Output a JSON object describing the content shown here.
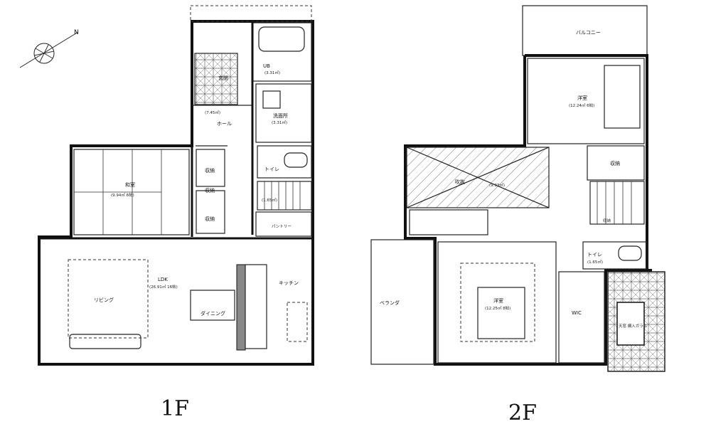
{
  "floors": [
    {
      "id": "1f",
      "label": "1F"
    },
    {
      "id": "2f",
      "label": "2F"
    }
  ],
  "rooms_1f": {
    "ub": "UB",
    "ub_area": "(3.31㎡)",
    "genkan": "玄関",
    "hall_area": "(7.45㎡)",
    "hall": "ホール",
    "senmenjo": "洗面所",
    "senmenjo_area": "(3.31㎡)",
    "washitsu": "和室",
    "washitsu_area": "(9.94㎡ 6帖)",
    "toilet": "トイレ",
    "toilet_area": "(1.65㎡)",
    "shuno1": "収納",
    "shuno2": "収納",
    "shuno3": "収納",
    "pantry": "パントリー",
    "ldk": "LDK",
    "ldk_area": "(26.91㎡ 16帖)",
    "living": "リビング",
    "dining": "ダイニング",
    "kitchen": "キッチン"
  },
  "rooms_2f": {
    "balcony": "バルコニー",
    "yoshitsu1": "洋室",
    "yoshitsu1_area": "(12.24㎡ 6帖)",
    "fukinuke": "吹抜",
    "fukinuke_area": "(9.93㎡)",
    "shuno1": "収納",
    "shuno2": "収納",
    "toilet": "トイレ",
    "toilet_area": "(1.65㎡)",
    "veranda": "ベランダ",
    "yoshitsu2": "洋室",
    "yoshitsu2_area": "(12.25㎡ 8帖)",
    "wic": "WIC",
    "skylight": "天窓 網入ガラス"
  }
}
